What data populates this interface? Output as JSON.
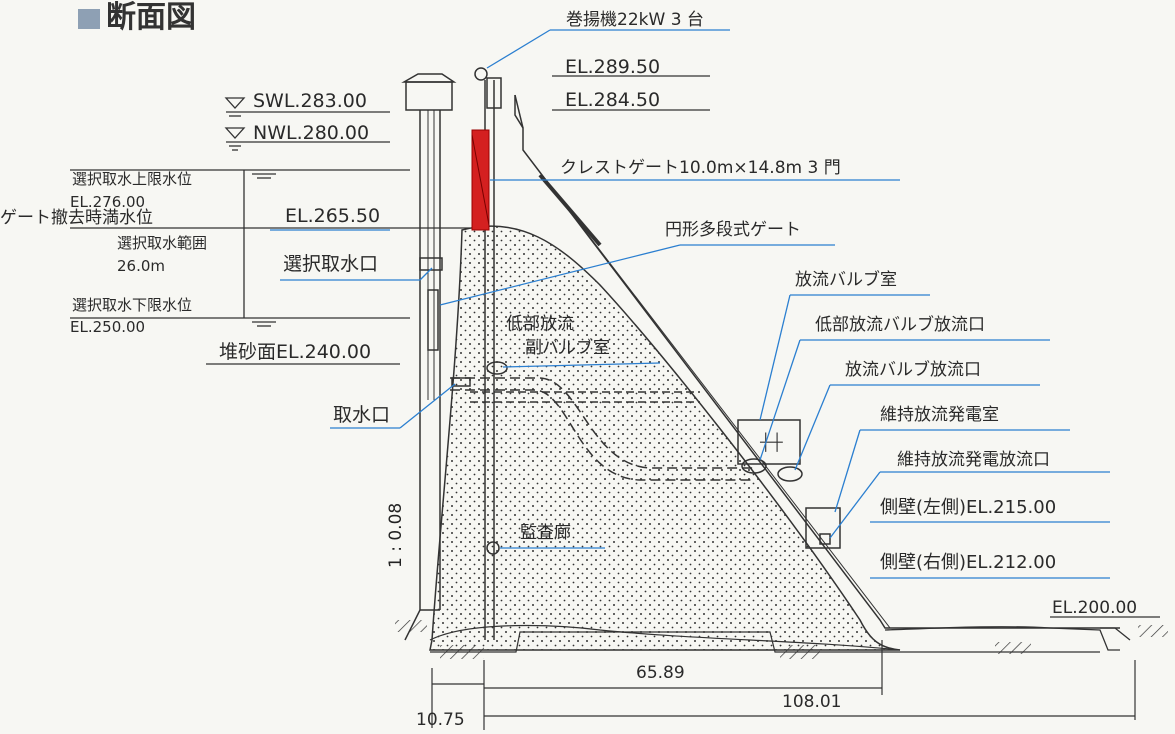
{
  "title": "断面図",
  "labels": {
    "hoist": "巻揚機22kW 3 台",
    "el_289": "EL.289.50",
    "el_284": "EL.284.50",
    "swl": "SWL.283.00",
    "nwl": "NWL.280.00",
    "crest_gate": "クレストゲート10.0m×14.8m 3 門",
    "sel_upper": "選択取水上限水位",
    "el_276": "EL.276.00",
    "gate_removed_full": "ゲート撤去時満水位",
    "el_265": "EL.265.50",
    "sel_range": "選択取水範囲",
    "sel_range_val": "26.0m",
    "circ_gate": "円形多段式ゲート",
    "sel_intake": "選択取水口",
    "sel_lower": "選択取水下限水位",
    "el_250": "EL.250.00",
    "sediment": "堆砂面EL.240.00",
    "low_outlet_sub1": "低部放流",
    "low_outlet_sub2": "副バルブ室",
    "intake": "取水口",
    "valve_room": "放流バルブ室",
    "low_valve_outlet": "低部放流バルブ放流口",
    "valve_outlet": "放流バルブ放流口",
    "maint_power_room": "維持放流発電室",
    "maint_power_outlet": "維持放流発電放流口",
    "wall_left": "側壁(左側)EL.215.00",
    "wall_right": "側壁(右側)EL.212.00",
    "gallery": "監査廊",
    "slope": "1 : 0.08",
    "el_200": "EL.200.00",
    "dim_65": "65.89",
    "dim_108": "108.01",
    "dim_10": "10.75"
  },
  "colors": {
    "leader": "#2b7fd0",
    "gate": "#d42020",
    "line": "#333333"
  }
}
